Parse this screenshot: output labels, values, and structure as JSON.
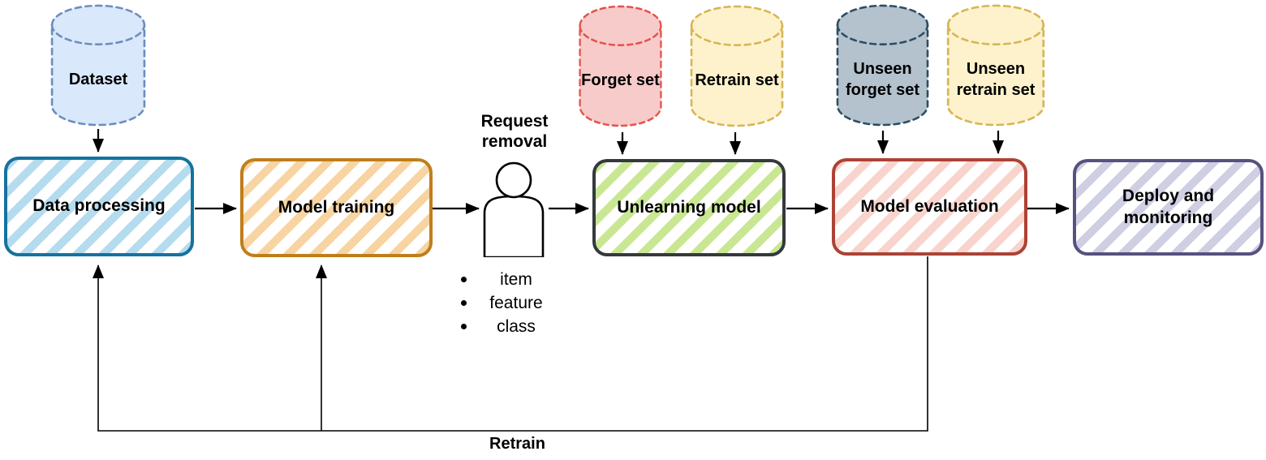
{
  "boxes": [
    {
      "id": "data_processing",
      "label": "Data processing",
      "stripe": "#b5dbee",
      "border": "#15729f"
    },
    {
      "id": "model_training",
      "label": "Model training",
      "stripe": "#f7d4a2",
      "border": "#c07e1b"
    },
    {
      "id": "unlearning_model",
      "label": "Unlearning model",
      "stripe": "#c9e793",
      "border": "#35393e"
    },
    {
      "id": "model_evaluation",
      "label": "Model evaluation",
      "stripe": "#f8d4cd",
      "border": "#ac4335"
    },
    {
      "id": "deploy_monitoring",
      "label": "Deploy and monitoring",
      "stripe": "#cfcfe3",
      "border": "#56517e"
    }
  ],
  "cylinders": [
    {
      "id": "dataset",
      "label": "Dataset",
      "fill": "#dae8fc",
      "stroke": "#6c8ebf"
    },
    {
      "id": "forget_set",
      "label": "Forget set",
      "fill": "#f6cbc9",
      "stroke": "#e4534e"
    },
    {
      "id": "retrain_set",
      "label": "Retrain set",
      "fill": "#fef2cc",
      "stroke": "#d6b656"
    },
    {
      "id": "unseen_forget_set",
      "label": "Unseen forget set",
      "fill": "#b3c2cd",
      "stroke": "#2e4d63"
    },
    {
      "id": "unseen_retrain_set",
      "label": "Unseen retrain set",
      "fill": "#fef2cc",
      "stroke": "#d6b656"
    }
  ],
  "person": {
    "label_above": "Request removal",
    "removal_types": [
      "item",
      "feature",
      "class"
    ]
  },
  "feedback": {
    "label": "Retrain"
  }
}
